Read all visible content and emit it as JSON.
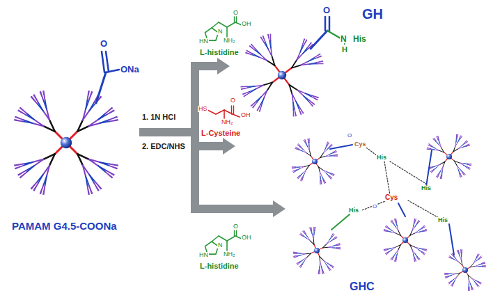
{
  "diagram": {
    "nodes": [
      {
        "text": [
          "PAMAM G4.5-COONa"
        ]
      },
      {
        "text": [
          "GH"
        ]
      },
      {
        "text": [
          "GHC"
        ]
      }
    ],
    "edges": [
      {
        "from": 0,
        "to": 1,
        "arrow": "to"
      },
      {
        "from": 0,
        "to": 2,
        "arrow": "to"
      }
    ],
    "labels": [
      "O",
      "ONa",
      "1. 1N HCl",
      "2. EDC/NHS",
      "L-histidine",
      "N",
      "HN",
      "O",
      "OH",
      "NH₂",
      "L-Cysteine",
      "HS",
      "O",
      "OH",
      "NH₂",
      "L-histidine",
      "N",
      "HN",
      "O",
      "OH",
      "NH₂",
      "O",
      "N",
      "H",
      "His",
      "O",
      "Cys",
      "His",
      "His",
      "Cys",
      "O",
      "His",
      "His"
    ]
  }
}
